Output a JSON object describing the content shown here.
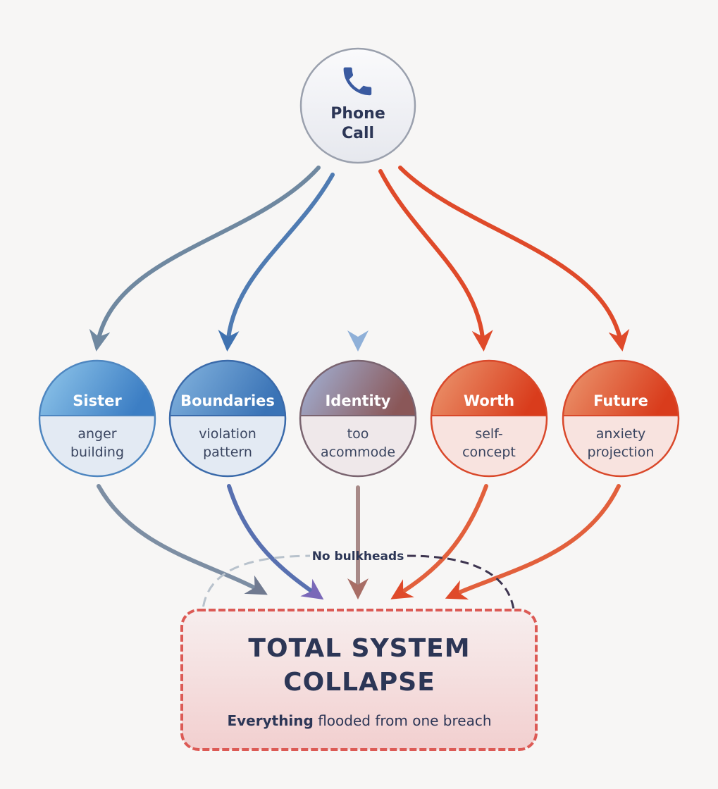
{
  "source": {
    "line1": "Phone",
    "line2": "Call",
    "icon": "phone-icon"
  },
  "nodes": [
    {
      "title": "Sister",
      "line1": "anger",
      "line2": "building"
    },
    {
      "title": "Boundaries",
      "line1": "violation",
      "line2": "pattern"
    },
    {
      "title": "Identity",
      "line1": "too",
      "line2": "acommode"
    },
    {
      "title": "Worth",
      "line1": "self-",
      "line2": "concept"
    },
    {
      "title": "Future",
      "line1": "anxiety",
      "line2": "projection"
    }
  ],
  "connector_label": "No bulkheads",
  "outcome": {
    "title1": "TOTAL SYSTEM",
    "title2": "COLLAPSE",
    "subtitle_bold": "Everything",
    "subtitle_rest": " flooded from one breach"
  },
  "colors": {
    "blue": "#3f7fc2",
    "slate": "#6f88a0",
    "red": "#df4a2a",
    "navy": "#2c3656"
  }
}
